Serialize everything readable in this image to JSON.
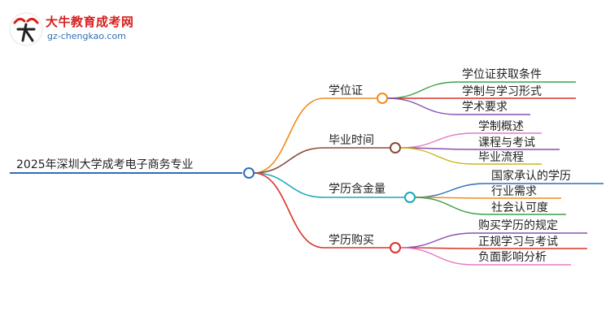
{
  "site": {
    "name": "大牛教育成考网",
    "url": "gz-chengkao.com"
  },
  "mindmap": {
    "root": "2025年深圳大学成考电子商务专业",
    "branches": [
      {
        "label": "学位证",
        "color": "#f28b1c",
        "children": [
          {
            "label": "学位证获取条件",
            "color": "#3aa04a"
          },
          {
            "label": "学制与学习形式",
            "color": "#d7342a"
          },
          {
            "label": "学术要求",
            "color": "#8a4fb4"
          }
        ]
      },
      {
        "label": "毕业时间",
        "color": "#8b4a36",
        "children": [
          {
            "label": "学制概述",
            "color": "#e37bc8"
          },
          {
            "label": "课程与考试",
            "color": "#8a4fb4"
          },
          {
            "label": "毕业流程",
            "color": "#c9b51c"
          }
        ]
      },
      {
        "label": "学历含金量",
        "color": "#1aa9b8",
        "children": [
          {
            "label": "国家承认的学历",
            "color": "#2d6fb7"
          },
          {
            "label": "行业需求",
            "color": "#f28b1c"
          },
          {
            "label": "社会认可度",
            "color": "#3aa04a"
          }
        ]
      },
      {
        "label": "学历购买",
        "color": "#d7342a",
        "children": [
          {
            "label": "购买学历的规定",
            "color": "#8a4fb4"
          },
          {
            "label": "正规学习与考试",
            "color": "#d7342a"
          },
          {
            "label": "负面影响分析",
            "color": "#e37bc8"
          }
        ]
      }
    ]
  },
  "colors": {
    "root_line": "#2d6fb7",
    "brand_red": "#d6201f",
    "brand_blue": "#2f6fb6"
  }
}
